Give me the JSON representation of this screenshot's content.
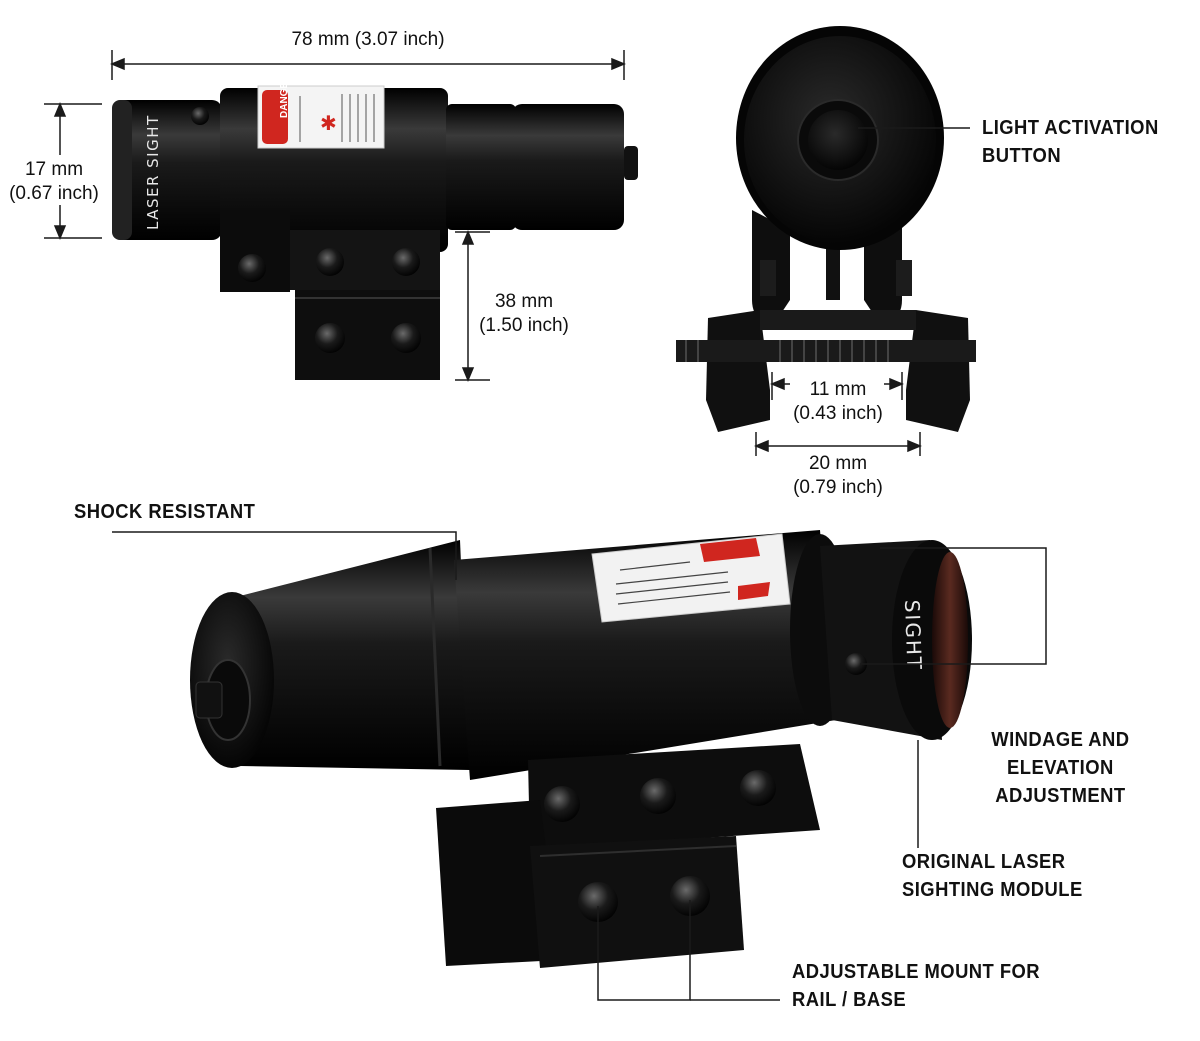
{
  "dimensions": {
    "length": "78 mm (3.07 inch)",
    "diameter_mm": "17 mm",
    "diameter_in": "(0.67 inch)",
    "mount_height_mm": "38 mm",
    "mount_height_in": "(1.50 inch)",
    "clamp_gap_mm": "11 mm",
    "clamp_gap_in": "(0.43 inch)",
    "rail_width_mm": "20 mm",
    "rail_width_in": "(0.79 inch)"
  },
  "callouts": {
    "light_button": [
      "LIGHT ACTIVATION",
      "BUTTON"
    ],
    "shock": "SHOCK RESISTANT",
    "windage": [
      "WINDAGE AND",
      "ELEVATION ADJUSTMENT"
    ],
    "module": [
      "ORIGINAL LASER",
      "SIGHTING MODULE"
    ],
    "mount": [
      "ADJUSTABLE MOUNT FOR",
      "RAIL / BASE"
    ]
  },
  "product": {
    "engraving_side": "LASER SIGHT",
    "engraving_front": "SIGHT",
    "warning_label": "DANGER"
  },
  "colors": {
    "body": "#111111",
    "label_red": "#d0261f",
    "line": "#1a1a1a"
  }
}
